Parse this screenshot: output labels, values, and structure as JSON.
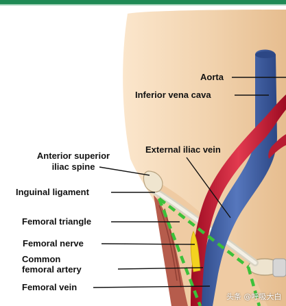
{
  "labels": {
    "aorta": "Aorta",
    "ivc": "Inferior vena cava",
    "asis_line1": "Anterior superior",
    "asis_line2": "iliac spine",
    "external_iliac_vein": "External iliac vein",
    "inguinal_ligament": "Inguinal ligament",
    "femoral_triangle": "Femoral triangle",
    "femoral_nerve": "Femoral nerve",
    "cfa_line1": "Common",
    "cfa_line2": "femoral artery",
    "femoral_vein": "Femoral vein"
  },
  "watermark": "头条 @呼吸大白",
  "colors": {
    "top_bar": "#1f8a55",
    "skin": "#f1d2ad",
    "artery": "#c8102e",
    "vein": "#3f5d9f",
    "triangle_outline": "#3cc13a",
    "nerve": "#f3d21f",
    "muscle": "#b65c4c",
    "ligament": "#e6e2d6"
  }
}
